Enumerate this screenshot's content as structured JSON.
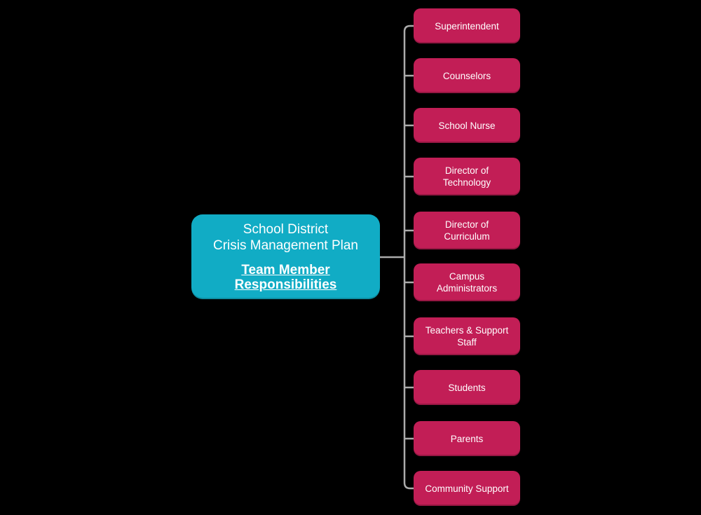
{
  "colors": {
    "background": "#000000",
    "root": "#11acc5",
    "node": "#c21e56",
    "connector": "#ababab",
    "text": "#ffffff"
  },
  "diagram": {
    "root": {
      "title_line1": "School District",
      "title_line2": "Crisis Management Plan",
      "link_line1": "Team Member",
      "link_line2": "Responsibilities"
    },
    "nodes": [
      {
        "label": "Superintendent"
      },
      {
        "label": "Counselors"
      },
      {
        "label": "School Nurse"
      },
      {
        "label": "Director of Technology"
      },
      {
        "label": "Director of Curriculum"
      },
      {
        "label": "Campus Administrators"
      },
      {
        "label": "Teachers & Support Staff"
      },
      {
        "label": "Students"
      },
      {
        "label": "Parents"
      },
      {
        "label": "Community Support"
      }
    ]
  }
}
